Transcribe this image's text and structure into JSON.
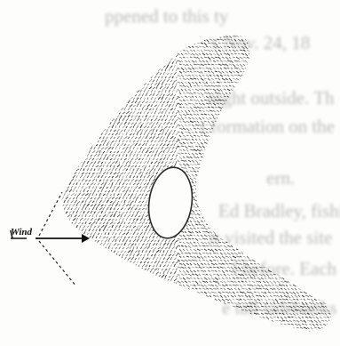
{
  "figure": {
    "wind_label": "Wind",
    "background_lines": [
      "ppened to this ty",
      "s Nov. 24, 18",
      "night outside. Th",
      "t formation on the",
      "ern.",
      "Ed Bradley, fishi",
      "ir visited the site",
      "l before. Each d",
      "e tall sidebanks"
    ],
    "colors": {
      "paper": "#fdfdfb",
      "ink": "#1e1e1e",
      "bleed_text": "#6a6a6a"
    },
    "icons": {
      "wind_arrow": "arrow-right-icon"
    }
  }
}
